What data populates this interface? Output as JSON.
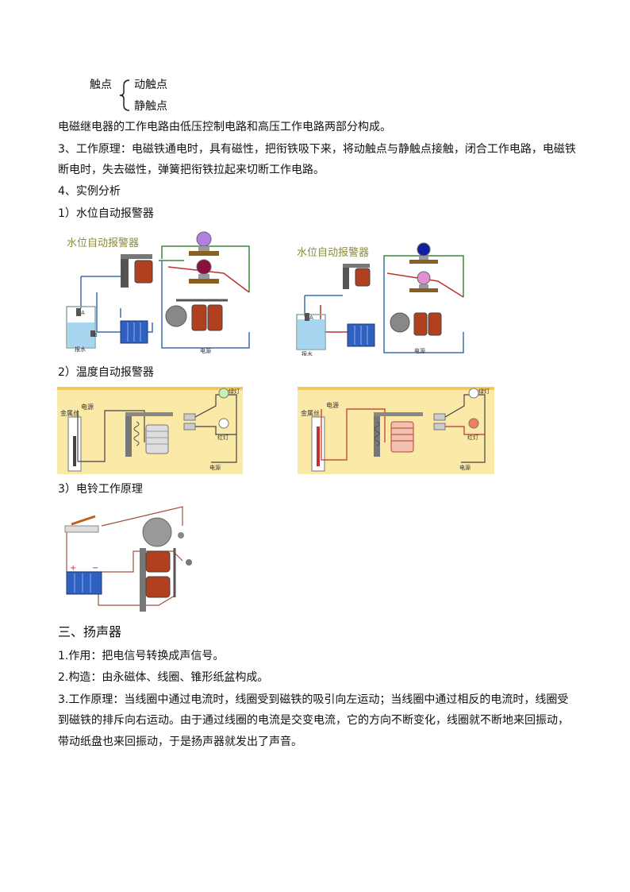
{
  "contacts": {
    "label": "触点",
    "item1": "动触点",
    "item2": "静触点"
  },
  "para_circuit": "电磁继电器的工作电路由低压控制电路和高压工作电路两部分构成。",
  "principle": {
    "line1": "3、工作原理：电磁铁通电时，具有磁性，把衔铁吸下来，将动触点与静触点接触，闭合工作电路，电磁铁",
    "line2": "断电时，失去磁性，弹簧把衔铁拉起来切断工作电路。"
  },
  "section4": "4、实例分析",
  "ex1": {
    "heading": "1）水位自动报警器",
    "fig_left_title": "水位自动报警器",
    "fig_right_title": "水位自动报警器",
    "label_a": "A",
    "label_b": "B",
    "power": "电源",
    "beaker": "报水"
  },
  "ex2": {
    "heading": "2）温度自动报警器",
    "metal_wire": "金属丝",
    "power": "电源",
    "green_light": "绿灯",
    "red_light": "红灯"
  },
  "ex3": {
    "heading": "3）电铃工作原理"
  },
  "speaker": {
    "heading": "三、扬声器",
    "function": "1.作用：把电信号转换成声信号。",
    "structure": "2.构造：由永磁体、线圈、锥形纸盆构成。",
    "p1": "3.工作原理：当线圈中通过电流时，线圈受到磁铁的吸引向左运动；当线圈中通过相反的电流时，线圈受",
    "p2": "到磁铁的排斥向右运动。由于通过线圈的电流是交变电流，它的方向不断变化，线圈就不断地来回振动，",
    "p3": "带动纸盘也来回振动，于是扬声器就发出了声音。"
  },
  "colors": {
    "text": "#111111",
    "figure_title": "#8a8a3c",
    "wire_green": "#3a8a3a",
    "wire_red": "#c0302a",
    "wire_blue": "#3a6fb0",
    "panel_yellow": "#fbe9a8",
    "bulb_purple": "#b080e0",
    "bulb_maroon": "#8a1040",
    "bulb_blue": "#1020a0",
    "bulb_pink": "#e090d0",
    "coil": "#b04020",
    "battery": "#3060c0"
  }
}
